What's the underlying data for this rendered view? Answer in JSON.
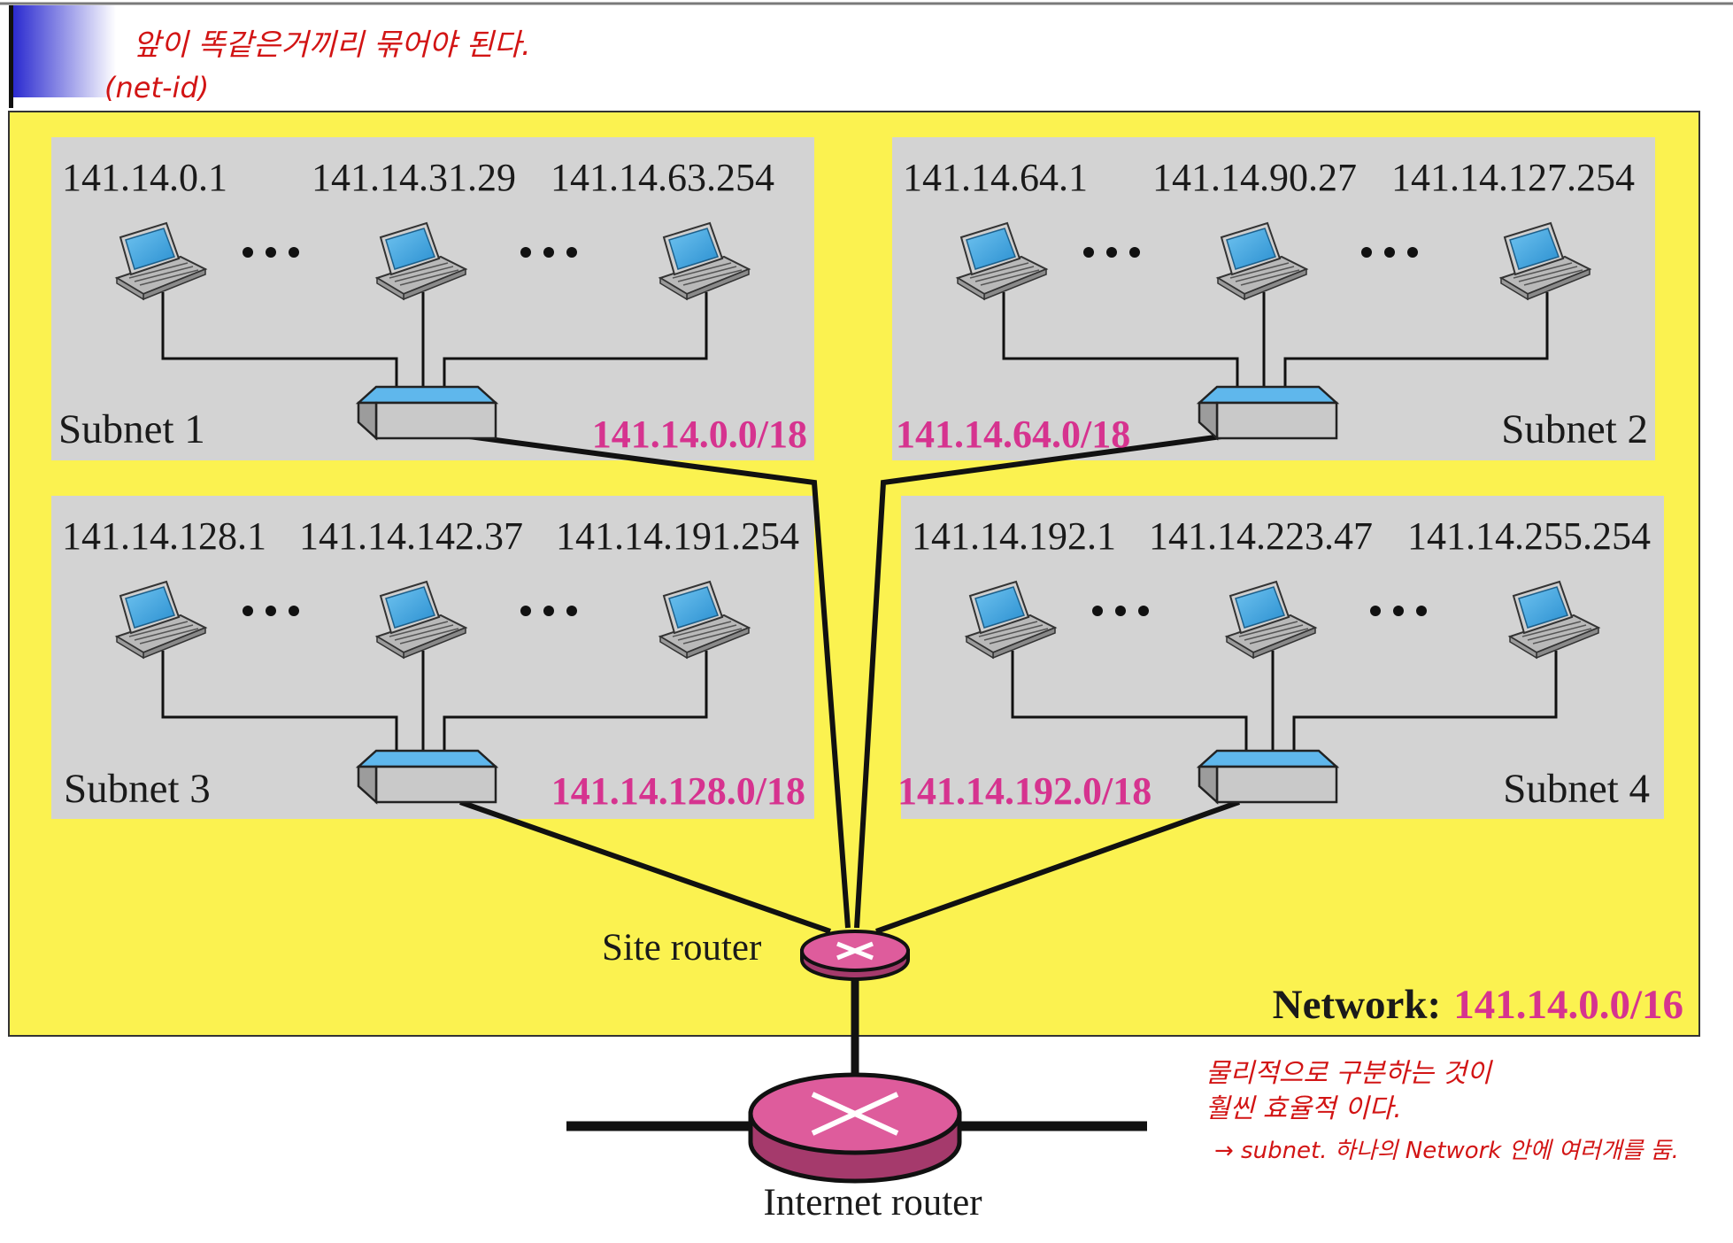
{
  "header_note": {
    "line1": "앞이 똑같은거끼리 묶어야 된다.",
    "line2": "(net-id)"
  },
  "subnets": [
    {
      "name": "Subnet 1",
      "cidr": "141.14.0.0/18",
      "hosts": [
        "141.14.0.1",
        "141.14.31.29",
        "141.14.63.254"
      ]
    },
    {
      "name": "Subnet 2",
      "cidr": "141.14.64.0/18",
      "hosts": [
        "141.14.64.1",
        "141.14.90.27",
        "141.14.127.254"
      ]
    },
    {
      "name": "Subnet 3",
      "cidr": "141.14.128.0/18",
      "hosts": [
        "141.14.128.1",
        "141.14.142.37",
        "141.14.191.254"
      ]
    },
    {
      "name": "Subnet 4",
      "cidr": "141.14.192.0/18",
      "hosts": [
        "141.14.192.1",
        "141.14.223.47",
        "141.14.255.254"
      ]
    }
  ],
  "site_router": {
    "label": "Site router"
  },
  "internet_router": {
    "label": "Internet router"
  },
  "network": {
    "label": "Network:",
    "cidr": "141.14.0.0/16"
  },
  "side_note": {
    "line1": "물리적으로 구분하는 것이",
    "line2": "훨씬 효율적 이다.",
    "line3": "→ subnet. 하나의 Network 안에 여러개를 둠."
  },
  "colors": {
    "network_bg": "#fbf250",
    "subnet_bg": "#d3d3d3",
    "cidr": "#d6338f",
    "router": "#de5c9c",
    "annotation": "#d21414",
    "accent_block": "#2b2bd0"
  }
}
